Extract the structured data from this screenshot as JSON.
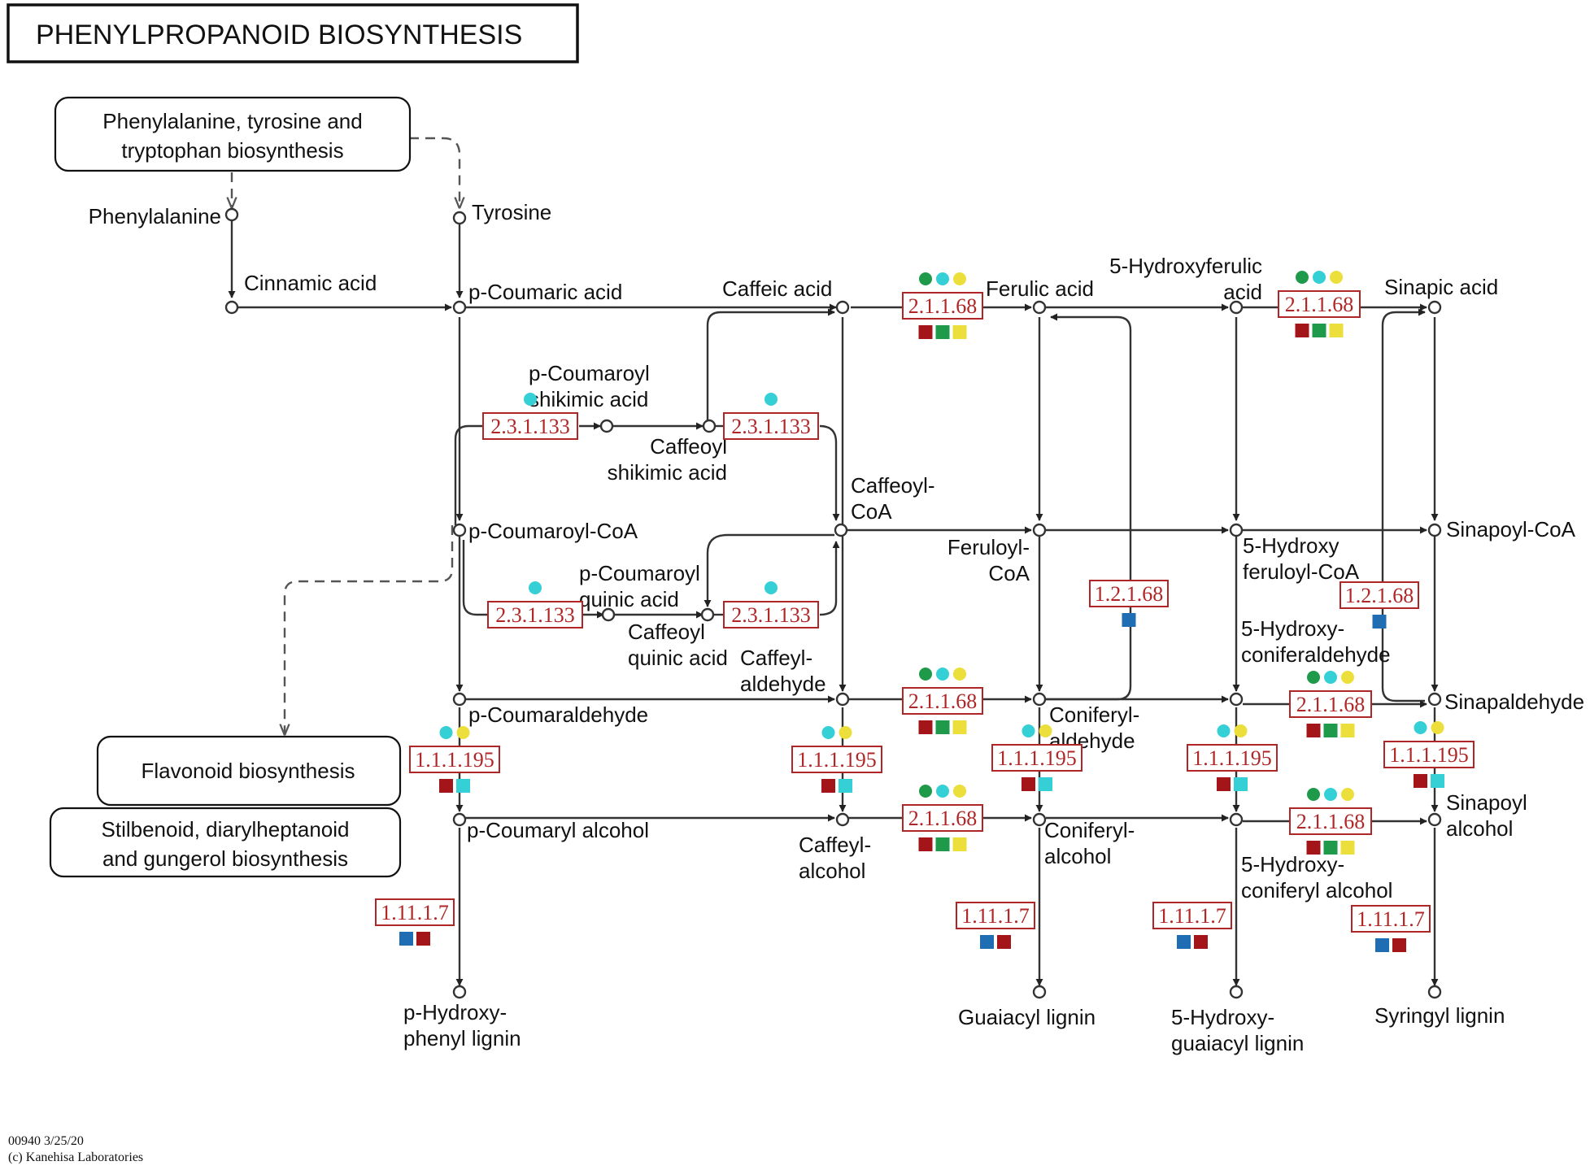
{
  "title": "PHENYLPROPANOID BIOSYNTHESIS",
  "footer": {
    "line1": "00940 3/25/20",
    "line2": "(c) Kanehisa Laboratories"
  },
  "colors": {
    "dark_red": "#a31519",
    "green": "#1f9a4a",
    "cyan": "#35cfd6",
    "yellow": "#ecdf3b",
    "blue": "#1f6db3",
    "enzyme": "#b02626"
  },
  "maps": [
    {
      "id": "m-phe",
      "lines": [
        "Phenylalanine, tyrosine and",
        "tryptophan biosynthesis"
      ]
    },
    {
      "id": "m-flav",
      "lines": [
        "Flavonoid biosynthesis"
      ]
    },
    {
      "id": "m-stil",
      "lines": [
        "Stilbenoid, diarylheptanoid",
        "and gungerol biosynthesis"
      ]
    }
  ],
  "compounds": [
    {
      "id": "phe",
      "lines": [
        "Phenylalanine"
      ]
    },
    {
      "id": "tyr",
      "lines": [
        "Tyrosine"
      ]
    },
    {
      "id": "cin",
      "lines": [
        "Cinnamic acid"
      ]
    },
    {
      "id": "pcoum",
      "lines": [
        "p-Coumaric acid"
      ]
    },
    {
      "id": "caf",
      "lines": [
        "Caffeic acid"
      ]
    },
    {
      "id": "fer",
      "lines": [
        "Ferulic acid"
      ]
    },
    {
      "id": "hfer",
      "lines": [
        "5-Hydroxyferulic",
        "acid"
      ]
    },
    {
      "id": "sin",
      "lines": [
        "Sinapic acid"
      ]
    },
    {
      "id": "pcsh",
      "lines": [
        "p-Coumaroyl",
        "shikimic acid"
      ]
    },
    {
      "id": "cfsh",
      "lines": [
        "Caffeoyl",
        "shikimic acid"
      ]
    },
    {
      "id": "cfcoa",
      "lines": [
        "Caffeoyl-",
        "CoA"
      ]
    },
    {
      "id": "pccoa",
      "lines": [
        "p-Coumaroyl-CoA"
      ]
    },
    {
      "id": "fercoa",
      "lines": [
        "Feruloyl-",
        "CoA"
      ]
    },
    {
      "id": "hfercoa",
      "lines": [
        "5-Hydroxy",
        "feruloyl-CoA"
      ]
    },
    {
      "id": "sincoa",
      "lines": [
        "Sinapoyl-CoA"
      ]
    },
    {
      "id": "pcqa",
      "lines": [
        "p-Coumaroyl",
        "quinic acid"
      ]
    },
    {
      "id": "cfqa",
      "lines": [
        "Caffeoyl",
        "quinic acid"
      ]
    },
    {
      "id": "cfald",
      "lines": [
        "Caffeyl-",
        "aldehyde"
      ]
    },
    {
      "id": "hconald",
      "lines": [
        "5-Hydroxy-",
        "coniferaldehyde"
      ]
    },
    {
      "id": "pcald",
      "lines": [
        "p-Coumaraldehyde"
      ]
    },
    {
      "id": "conald",
      "lines": [
        "Coniferyl-",
        "aldehyde"
      ]
    },
    {
      "id": "sinald",
      "lines": [
        "Sinapaldehyde"
      ]
    },
    {
      "id": "pcalc",
      "lines": [
        "p-Coumaryl alcohol"
      ]
    },
    {
      "id": "cfalc",
      "lines": [
        "Caffeyl-",
        "alcohol"
      ]
    },
    {
      "id": "conalc",
      "lines": [
        "Coniferyl-",
        "alcohol"
      ]
    },
    {
      "id": "hconalc",
      "lines": [
        "5-Hydroxy-",
        "coniferyl alcohol"
      ]
    },
    {
      "id": "sinalc",
      "lines": [
        "Sinapoyl",
        "alcohol"
      ]
    },
    {
      "id": "phl",
      "lines": [
        "p-Hydroxy-",
        "phenyl lignin"
      ]
    },
    {
      "id": "gl",
      "lines": [
        "Guaiacyl lignin"
      ]
    },
    {
      "id": "hgl",
      "lines": [
        "5-Hydroxy-",
        "guaiacyl lignin"
      ]
    },
    {
      "id": "sl",
      "lines": [
        "Syringyl lignin"
      ]
    }
  ],
  "enzymes": [
    {
      "id": "e1",
      "ec": "2.1.1.68",
      "dots": [
        "green",
        "cyan",
        "yellow"
      ],
      "squares": [
        "dark_red",
        "green",
        "yellow"
      ]
    },
    {
      "id": "e2",
      "ec": "2.1.1.68",
      "dots": [
        "green",
        "cyan",
        "yellow"
      ],
      "squares": [
        "dark_red",
        "green",
        "yellow"
      ]
    },
    {
      "id": "e3",
      "ec": "2.3.1.133",
      "dots": [
        "cyan"
      ],
      "squares": []
    },
    {
      "id": "e4",
      "ec": "2.3.1.133",
      "dots": [
        "cyan"
      ],
      "squares": []
    },
    {
      "id": "e5",
      "ec": "2.3.1.133",
      "dots": [
        "cyan"
      ],
      "squares": []
    },
    {
      "id": "e6",
      "ec": "2.3.1.133",
      "dots": [
        "cyan"
      ],
      "squares": []
    },
    {
      "id": "e7",
      "ec": "1.2.1.68",
      "dots": [],
      "squares": [
        "blue"
      ]
    },
    {
      "id": "e8",
      "ec": "1.2.1.68",
      "dots": [],
      "squares": [
        "blue"
      ]
    },
    {
      "id": "e9",
      "ec": "2.1.1.68",
      "dots": [
        "green",
        "cyan",
        "yellow"
      ],
      "squares": [
        "dark_red",
        "green",
        "yellow"
      ]
    },
    {
      "id": "e10",
      "ec": "2.1.1.68",
      "dots": [
        "green",
        "cyan",
        "yellow"
      ],
      "squares": [
        "dark_red",
        "green",
        "yellow"
      ]
    },
    {
      "id": "e11",
      "ec": "1.1.1.195",
      "dots": [
        "cyan",
        "yellow"
      ],
      "squares": [
        "dark_red",
        "cyan"
      ]
    },
    {
      "id": "e12",
      "ec": "1.1.1.195",
      "dots": [
        "cyan",
        "yellow"
      ],
      "squares": [
        "dark_red",
        "cyan"
      ]
    },
    {
      "id": "e13",
      "ec": "1.1.1.195",
      "dots": [
        "cyan",
        "yellow"
      ],
      "squares": [
        "dark_red",
        "cyan"
      ]
    },
    {
      "id": "e14",
      "ec": "1.1.1.195",
      "dots": [
        "cyan",
        "yellow"
      ],
      "squares": [
        "dark_red",
        "cyan"
      ]
    },
    {
      "id": "e15",
      "ec": "1.1.1.195",
      "dots": [
        "cyan",
        "yellow"
      ],
      "squares": [
        "dark_red",
        "cyan"
      ]
    },
    {
      "id": "e16",
      "ec": "2.1.1.68",
      "dots": [
        "green",
        "cyan",
        "yellow"
      ],
      "squares": [
        "dark_red",
        "green",
        "yellow"
      ]
    },
    {
      "id": "e17",
      "ec": "2.1.1.68",
      "dots": [
        "green",
        "cyan",
        "yellow"
      ],
      "squares": [
        "dark_red",
        "green",
        "yellow"
      ]
    },
    {
      "id": "e18",
      "ec": "1.11.1.7",
      "dots": [],
      "squares": [
        "blue",
        "dark_red"
      ]
    },
    {
      "id": "e19",
      "ec": "1.11.1.7",
      "dots": [],
      "squares": [
        "blue",
        "dark_red"
      ]
    },
    {
      "id": "e20",
      "ec": "1.11.1.7",
      "dots": [],
      "squares": [
        "blue",
        "dark_red"
      ]
    },
    {
      "id": "e21",
      "ec": "1.11.1.7",
      "dots": [],
      "squares": [
        "blue",
        "dark_red"
      ]
    }
  ]
}
